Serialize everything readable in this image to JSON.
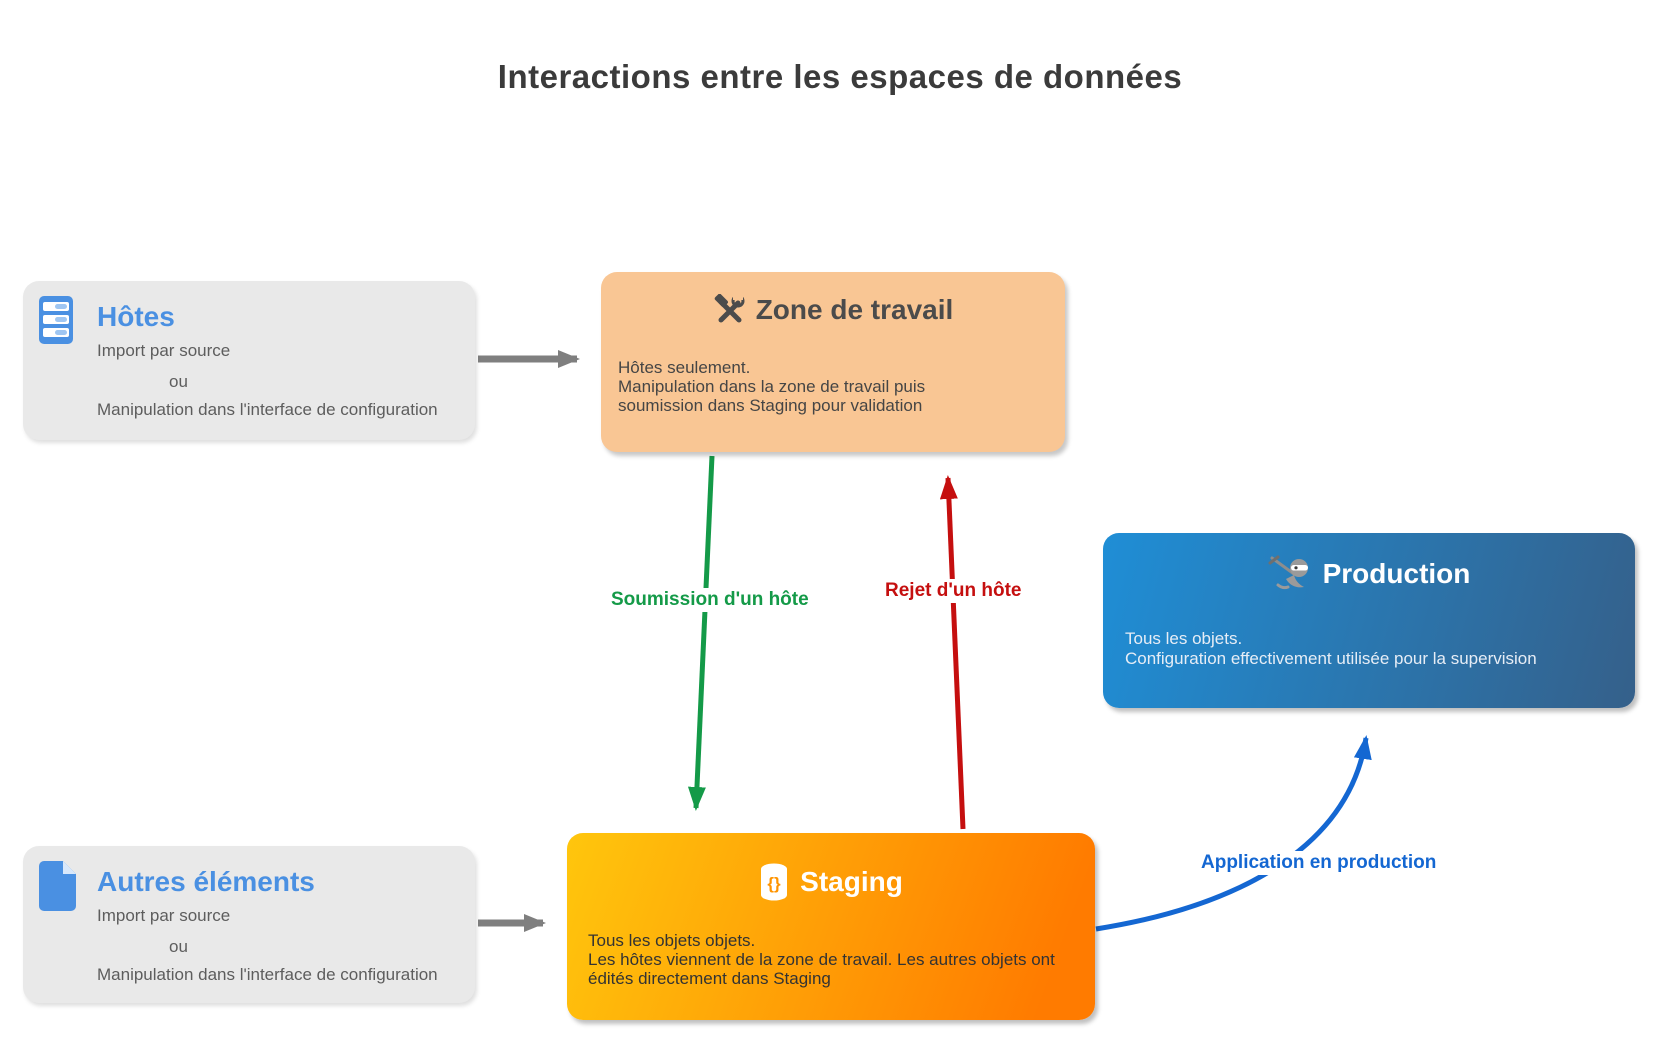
{
  "diagram": {
    "title": "Interactions entre les espaces de données",
    "nodes": {
      "hotes": {
        "title": "Hôtes",
        "line1": "Import par source",
        "line2": "ou",
        "line3": "Manipulation dans l'interface de configuration"
      },
      "autres": {
        "title": "Autres éléments",
        "line1": "Import par source",
        "line2": "ou",
        "line3": "Manipulation dans l'interface de configuration"
      },
      "zone": {
        "title": "Zone de travail",
        "line1": "Hôtes seulement.",
        "line2": "Manipulation dans la zone de travail puis soumission dans Staging pour validation"
      },
      "staging": {
        "title": "Staging",
        "line1": "Tous les objets objets.",
        "line2": "Les hôtes viennent de la zone de travail. Les autres objets ont édités directement dans Staging"
      },
      "production": {
        "title": "Production",
        "line1": "Tous les objets.",
        "line2": "Configuration effectivement utilisée pour la supervision"
      }
    },
    "arrows": {
      "soumission": {
        "label": "Soumission d'un hôte",
        "color": "#149a48"
      },
      "rejet": {
        "label": "Rejet d'un hôte",
        "color": "#c50f0f"
      },
      "application": {
        "label": "Application en production",
        "color": "#1467d2"
      },
      "import_hotes": {
        "color": "#7f7f7f"
      },
      "import_autres": {
        "color": "#7f7f7f"
      }
    },
    "colors": {
      "title_text": "#3b3b3b",
      "side_box_bg": "#e9e9e9",
      "side_title_blue": "#4a90e2",
      "zone_bg": "#f9c694",
      "staging_gradient_start": "#ffc60d",
      "staging_gradient_end": "#ff7b00",
      "production_gradient_start": "#1f8ed6",
      "production_gradient_end": "#35608a",
      "gray_arrow": "#7f7f7f"
    }
  }
}
